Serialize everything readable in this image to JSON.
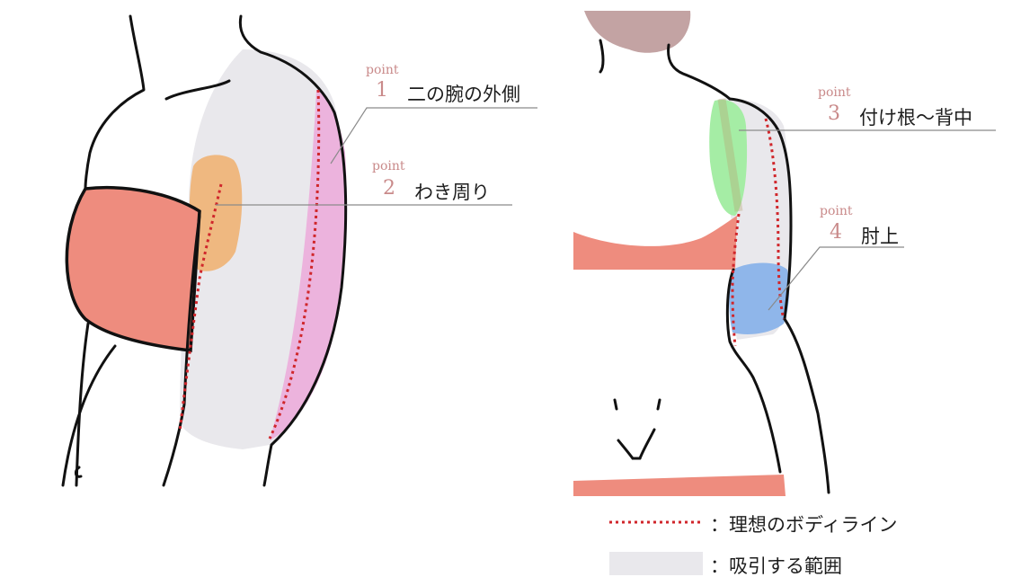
{
  "points": [
    {
      "word": "point",
      "num": "1",
      "label": "二の腕の外側"
    },
    {
      "word": "point",
      "num": "2",
      "label": "わき周り"
    },
    {
      "word": "point",
      "num": "3",
      "label": "付け根〜背中"
    },
    {
      "word": "point",
      "num": "4",
      "label": "肘上"
    }
  ],
  "legend": {
    "ideal_line": "：理想のボディライン",
    "suction_area": "：吸引する範囲"
  },
  "colors": {
    "outline": "#111111",
    "skin_area": "#e9e8ec",
    "dotted_line": "#d0262b",
    "bra": "#ee8c7e",
    "outer_arm": "#ecb3dd",
    "armpit": "#f0b274",
    "upper_back": "#a5eda5",
    "elbow": "#8fb6ea",
    "hair": "#c3a3a3",
    "point_text": "#c98a8a"
  }
}
